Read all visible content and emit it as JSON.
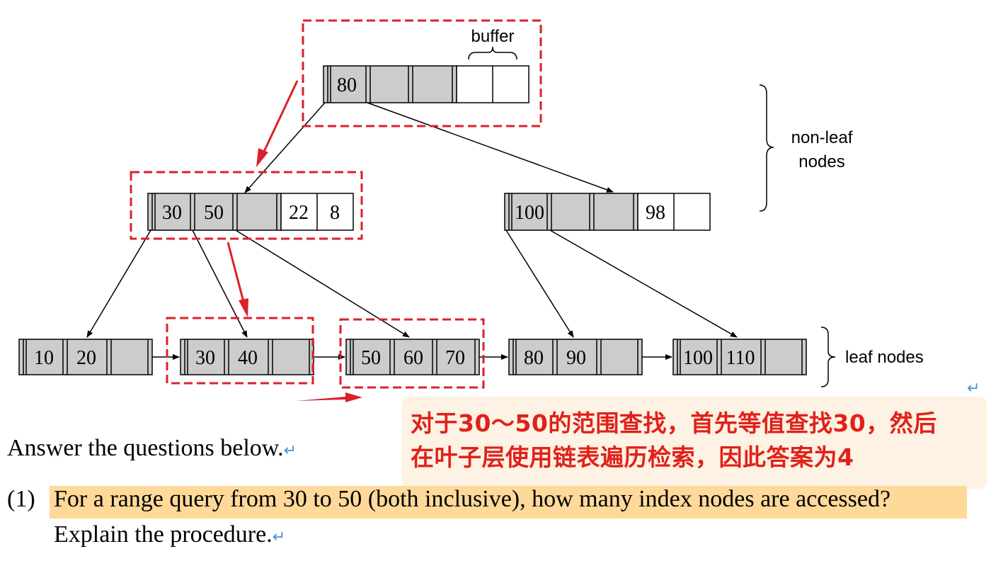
{
  "tree": {
    "root_keys": [
      "80"
    ],
    "buffer_label": "buffer",
    "level1_left_keys": [
      "30",
      "50",
      "",
      "22",
      "8"
    ],
    "level1_right_keys": [
      "100",
      "",
      "",
      "98",
      ""
    ],
    "leaves": [
      [
        "10",
        "20",
        ""
      ],
      [
        "30",
        "40",
        ""
      ],
      [
        "50",
        "60",
        "70"
      ],
      [
        "80",
        "90",
        ""
      ],
      [
        "100",
        "110",
        ""
      ]
    ],
    "nonleaf_label_line1": "non-leaf",
    "nonleaf_label_line2": "nodes",
    "leaf_label": "leaf nodes"
  },
  "annotation": {
    "line1": "对于30～50的范围查找，首先等值查找30，然后",
    "line2": "在叶子层使用链表遍历检索，因此答案为4",
    "color": "#e0211a",
    "highlight_box_color": "#d9222a"
  },
  "text": {
    "intro": "Answer the questions below.",
    "q1_number": "(1)",
    "q1_line1": "For a range query from 30 to 50 (both inclusive), how many index nodes are accessed?",
    "q1_line2": "Explain the procedure.",
    "return_mark": "↵"
  }
}
